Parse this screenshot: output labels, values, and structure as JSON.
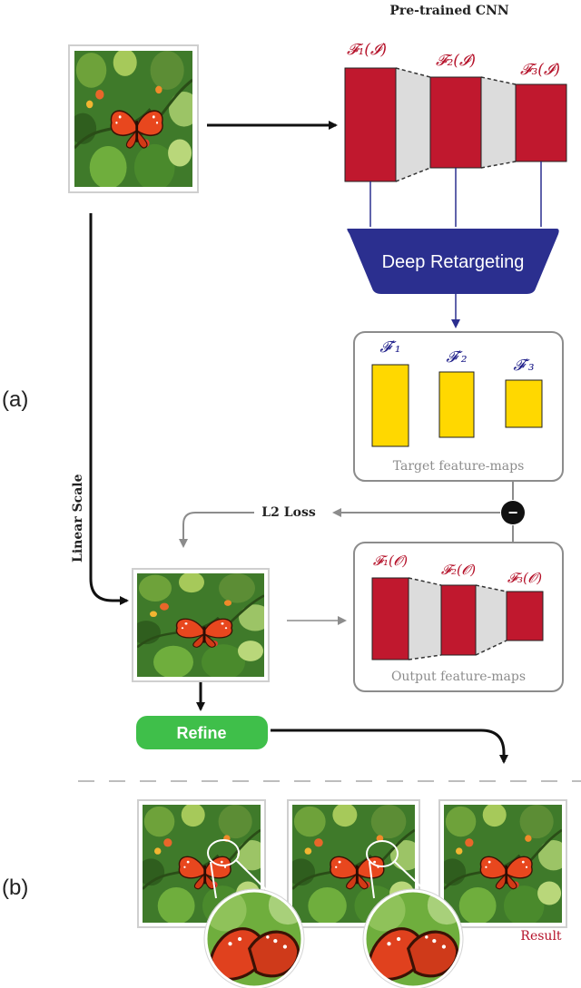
{
  "panel_labels": {
    "a": "(a)",
    "b": "(b)"
  },
  "cnn_title": "Pre-trained CNN",
  "input_features": [
    "𝓕₁(𝓘)",
    "𝓕₂(𝓘)",
    "𝓕₃(𝓘)"
  ],
  "deep_retargeting_label": "Deep Retargeting",
  "target_features": [
    "𝓕′₁",
    "𝓕′₂",
    "𝓕′₃"
  ],
  "target_box_label": "Target feature-maps",
  "loss_label": "L2 Loss",
  "minus_symbol": "−",
  "linear_scale_label": "Linear Scale",
  "output_features": [
    "𝓕₁(𝓞)",
    "𝓕₂(𝓞)",
    "𝓕₃(𝓞)"
  ],
  "output_box_label": "Output feature-maps",
  "refine_label": "Refine",
  "result_label": "Result",
  "colors": {
    "feature_red": "#c0182e",
    "feature_yellow": "#ffd800",
    "retarget_blue": "#2b2f8f",
    "refine_green": "#3fbf4a",
    "gray_line": "#8c8c8c",
    "label_red": "#b5122a",
    "label_blue": "#23238c"
  },
  "icons": [
    "butterfly-photo",
    "minus-circle-icon",
    "zoom-lens"
  ]
}
